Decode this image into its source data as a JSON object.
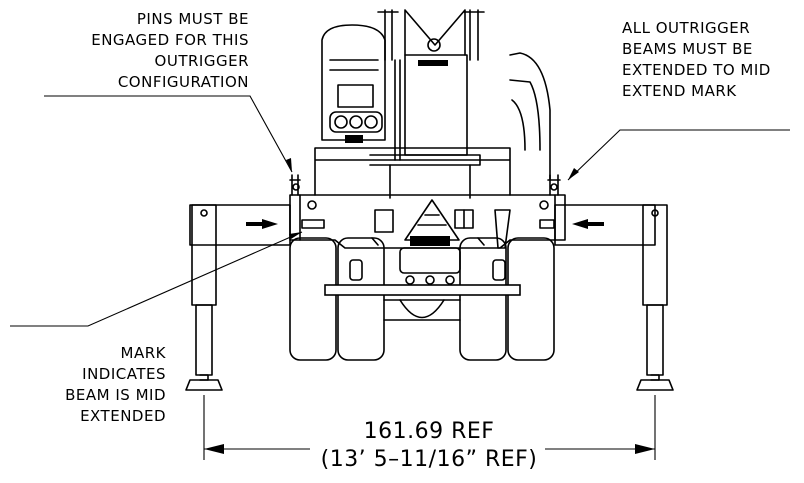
{
  "annotations": {
    "pins": [
      "PINS MUST BE",
      "ENGAGED FOR THIS",
      "OUTRIGGER",
      "CONFIGURATION"
    ],
    "beams": [
      "ALL OUTRIGGER",
      "BEAMS MUST BE",
      "EXTENDED TO MID",
      "EXTEND MARK"
    ],
    "mark": [
      "MARK",
      "INDICATES",
      "BEAM IS MID",
      "EXTENDED"
    ]
  },
  "dimension": {
    "primary": "161.69 REF",
    "secondary": "(13’ 5–11/16” REF)"
  }
}
